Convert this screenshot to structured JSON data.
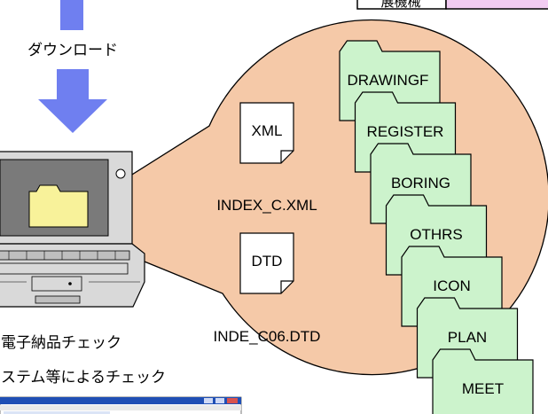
{
  "table_fragment": {
    "cell_text": "展機械"
  },
  "download_label": "ダウンロード",
  "files": [
    {
      "type_label": "XML",
      "file_name": "INDEX_C.XML"
    },
    {
      "type_label": "DTD",
      "file_name": "INDE_C06.DTD"
    }
  ],
  "folders": [
    "DRAWINGF",
    "REGISTER",
    "BORING",
    "OTHRS",
    "ICON",
    "PLAN",
    "MEET"
  ],
  "check_lines": [
    "電子納品チェック",
    "ステム等によるチェック"
  ],
  "colors": {
    "arrow": "#6f7ff0",
    "circle": "#f5c9a8",
    "folder": "#ccf3cc",
    "laptop_folder": "#f8f29a",
    "table_cell": "#f2ccf2"
  }
}
